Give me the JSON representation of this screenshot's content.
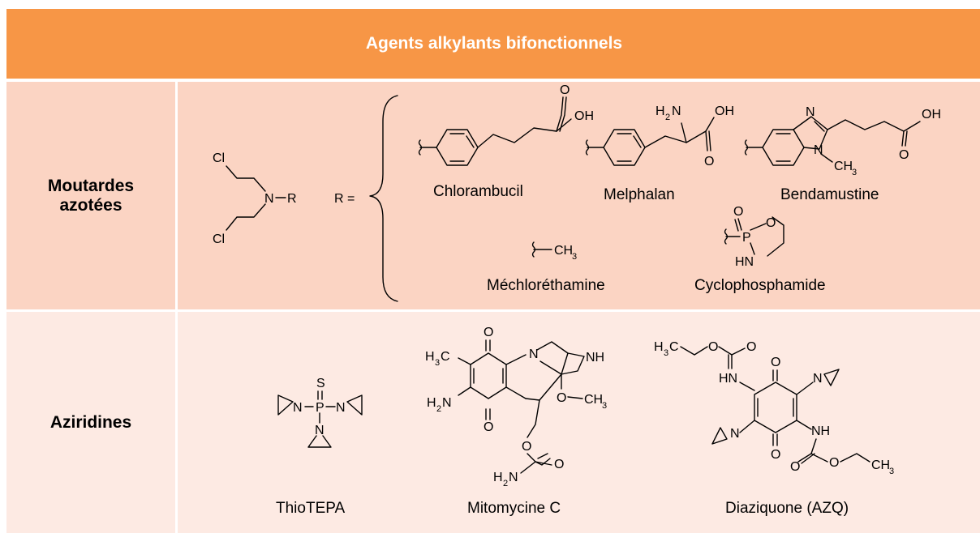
{
  "header": {
    "title": "Agents alkylants bifonctionnels"
  },
  "rows": [
    {
      "label_line1": "Moutardes",
      "label_line2": "azotées"
    },
    {
      "label_line1": "Aziridines"
    }
  ],
  "mustard": {
    "r_equals": "R =",
    "compounds": [
      "Chlorambucil",
      "Melphalan",
      "Bendamustine",
      "Méchloréthamine",
      "Cyclophosphamide"
    ]
  },
  "aziridines": {
    "compounds": [
      "ThioTEPA",
      "Mitomycine C",
      "Diaziquone (AZQ)"
    ]
  },
  "colors": {
    "header": "#f79646",
    "row1": "#fbd4c3",
    "row2": "#fdeae3"
  }
}
